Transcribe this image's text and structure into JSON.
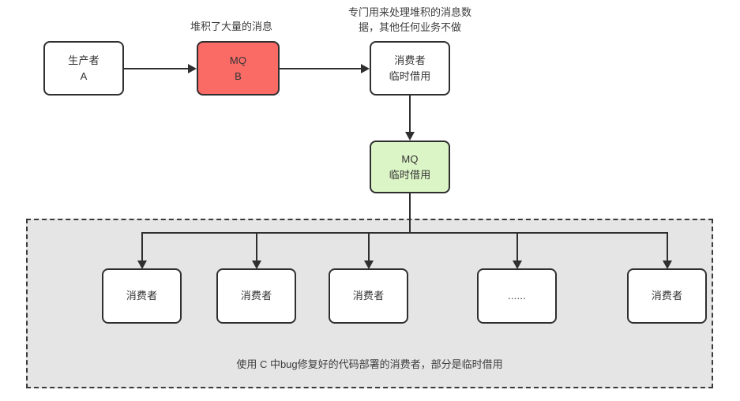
{
  "diagram": {
    "title_label_top_mq": "堆积了大量的消息",
    "label_consumer_temp_line1": "专门用来处理堆积的消息数",
    "label_consumer_temp_line2": "据，其他任何业务不做",
    "group_caption": "使用 C 中bug修复好的代码部署的消费者，部分是临时借用",
    "colors": {
      "mq_b_fill": "#fa6b66",
      "mq_temp_fill": "#dcf5c6",
      "group_fill": "#e5e5e5",
      "stroke": "#2f2f2f",
      "text": "#333333"
    },
    "nodes": {
      "producer_a": {
        "line1": "生产者",
        "line2": "A"
      },
      "mq_b": {
        "line1": "MQ",
        "line2": "B"
      },
      "consumer_temp": {
        "line1": "消费者",
        "line2": "临时借用"
      },
      "mq_temp": {
        "line1": "MQ",
        "line2": "临时借用"
      },
      "consumers": [
        {
          "line1": "消费者",
          "line2": ""
        },
        {
          "line1": "消费者",
          "line2": ""
        },
        {
          "line1": "消费者",
          "line2": ""
        },
        {
          "line1": "......",
          "line2": ""
        },
        {
          "line1": "消费者",
          "line2": ""
        }
      ]
    }
  }
}
